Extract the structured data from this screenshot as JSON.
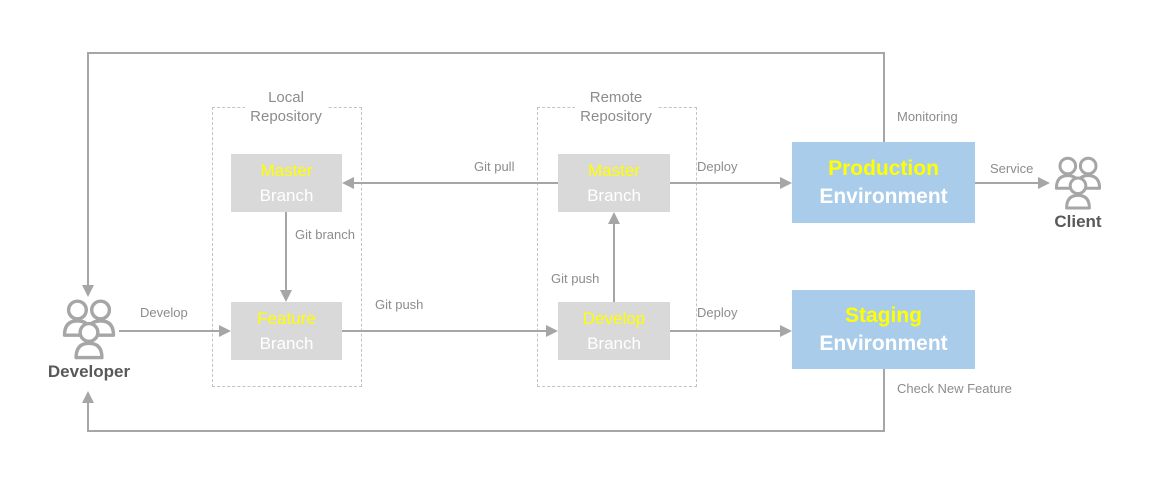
{
  "diagram": {
    "local_repository": {
      "title_line1": "Local",
      "title_line2": "Repository",
      "master_branch": {
        "line1": "Master",
        "line2": "Branch"
      },
      "feature_branch": {
        "line1": "Feature",
        "line2": "Branch"
      }
    },
    "remote_repository": {
      "title_line1": "Remote",
      "title_line2": "Repository",
      "master_branch": {
        "line1": "Master",
        "line2": "Branch"
      },
      "develop_branch": {
        "line1": "Develop",
        "line2": "Branch"
      }
    },
    "environments": {
      "production": {
        "line1": "Production",
        "line2": "Environment"
      },
      "staging": {
        "line1": "Staging",
        "line2": "Environment"
      }
    },
    "actors": {
      "developer": "Developer",
      "client": "Client"
    },
    "labels": {
      "develop": "Develop",
      "git_branch": "Git branch",
      "git_pull": "Git pull",
      "git_push_horizontal": "Git push",
      "git_push_vertical": "Git push",
      "deploy_top": "Deploy",
      "deploy_bottom": "Deploy",
      "service": "Service",
      "monitoring": "Monitoring",
      "check_new_feature": "Check New Feature"
    },
    "colors": {
      "branch_box_gray": "#D9D9D9",
      "environment_blue": "#A9CCEA",
      "highlight_yellow": "#FFFF00",
      "secondary_white": "#FFFFFF",
      "line_gray": "#A6A6A6",
      "label_gray": "#8C8C8C",
      "actor_text_gray": "#595959"
    }
  }
}
